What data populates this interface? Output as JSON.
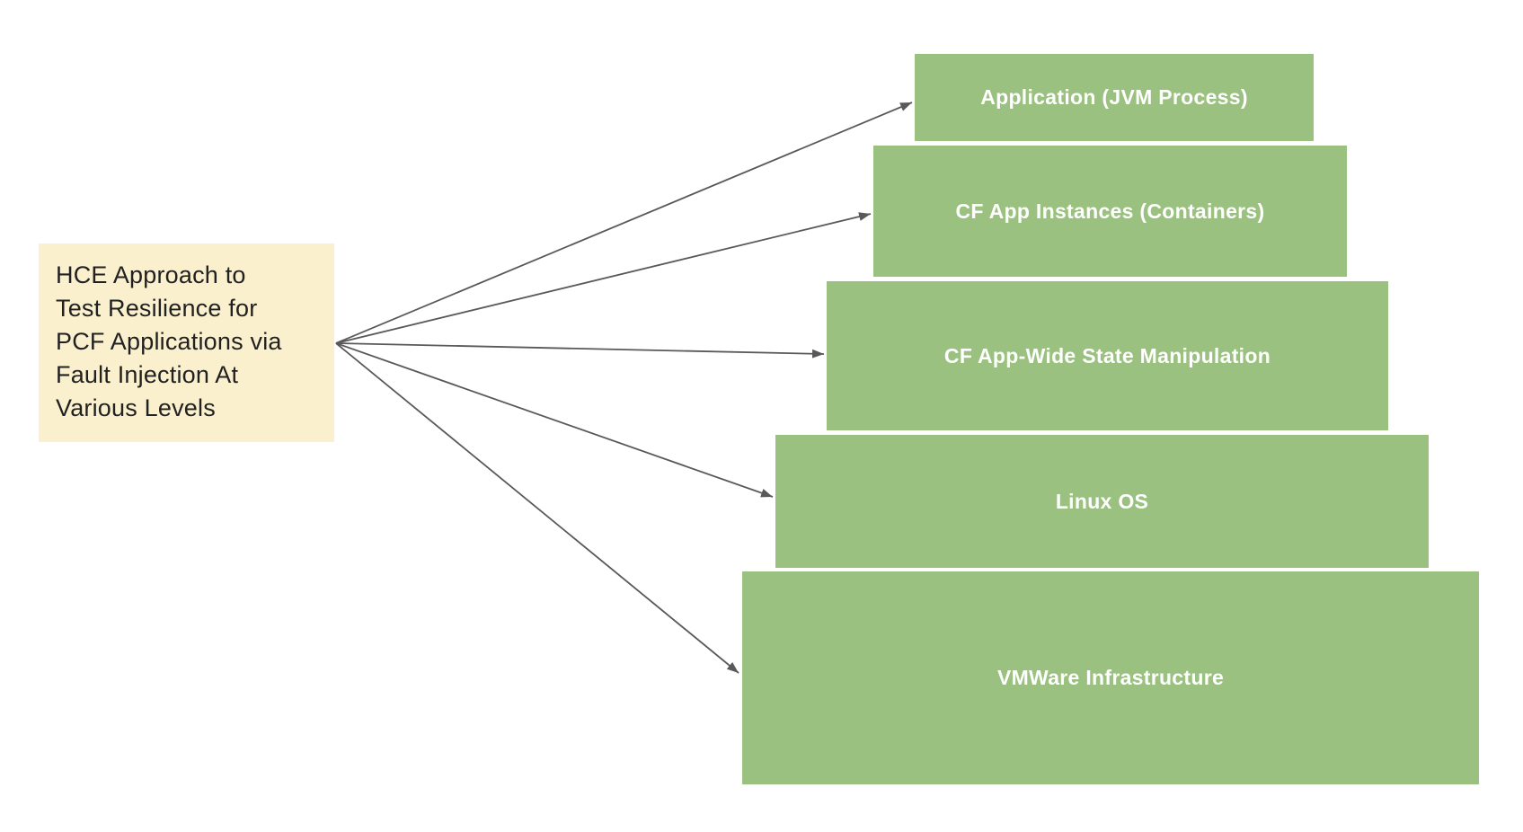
{
  "diagram": {
    "colors": {
      "background": "#FFFFFF",
      "node_fill": "#9AC17F",
      "node_text": "#FFFFFF",
      "source_fill": "#FAF0CE",
      "source_text": "#212121",
      "arrow": "#595959"
    },
    "source_node": {
      "text": "HCE Approach to Test Resilience for PCF Applications via Fault Injection At Various Levels",
      "lines": [
        "HCE Approach to",
        "Test Resilience for",
        "PCF Applications via",
        "Fault Injection At",
        "Various Levels"
      ]
    },
    "levels": [
      {
        "label": "Application (JVM Process)"
      },
      {
        "label": "CF App Instances (Containers)"
      },
      {
        "label": "CF App-Wide State Manipulation"
      },
      {
        "label": "Linux OS"
      },
      {
        "label": "VMWare Infrastructure"
      }
    ],
    "connectors": [
      {
        "from": "source-node",
        "to_level_index": 0
      },
      {
        "from": "source-node",
        "to_level_index": 1
      },
      {
        "from": "source-node",
        "to_level_index": 2
      },
      {
        "from": "source-node",
        "to_level_index": 3
      },
      {
        "from": "source-node",
        "to_level_index": 4
      }
    ]
  }
}
